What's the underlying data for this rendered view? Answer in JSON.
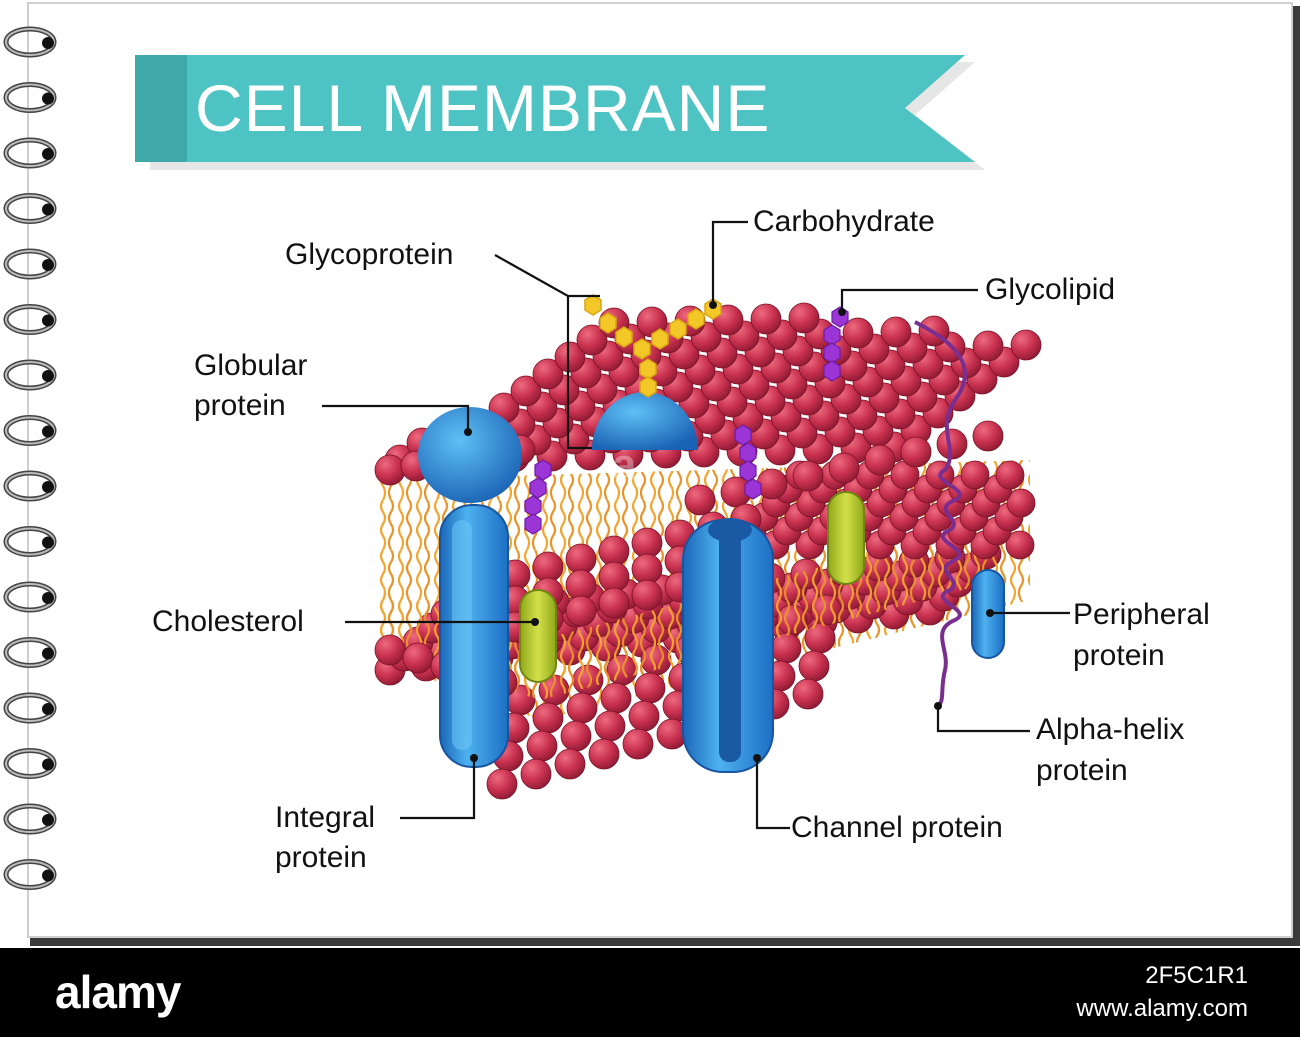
{
  "title": "CELL MEMBRANE",
  "labels": {
    "glycoprotein": "Glycoprotein",
    "carbohydrate": "Carbohydrate",
    "glycolipid": "Glycolipid",
    "globular_line1": "Globular",
    "globular_line2": "protein",
    "cholesterol": "Cholesterol",
    "peripheral_line1": "Peripheral",
    "peripheral_line2": "protein",
    "alpha_line1": "Alpha-helix",
    "alpha_line2": "protein",
    "integral_line1": "Integral",
    "integral_line2": "protein",
    "channel": "Channel protein"
  },
  "stock_bar": {
    "brand": "alamy",
    "image_code": "2F5C1R1",
    "url": "www.alamy.com"
  },
  "colors": {
    "banner": "#4ec3c3",
    "phospholipid_head": "#c8314f",
    "phospholipid_tail": "#f2a530",
    "protein": "#2e90d8",
    "cholesterol": "#b7cc2b",
    "carbohydrate": "#f3c727",
    "glycolipid_sugar": "#9b35d6",
    "alpha_helix": "#7a2e8f"
  }
}
